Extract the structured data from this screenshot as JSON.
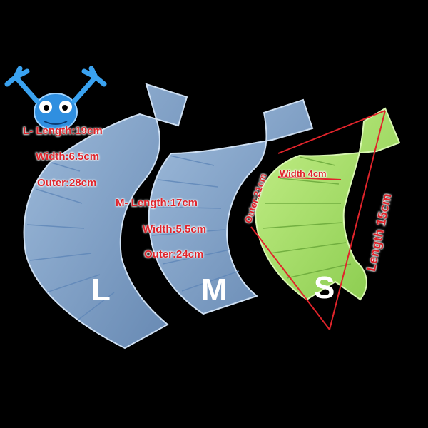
{
  "labels": {
    "large": {
      "size_letter": "L",
      "length": "L- Length:19cm",
      "width": "Width:6.5cm",
      "outer": "Outer:28cm"
    },
    "medium": {
      "size_letter": "M",
      "length": "M- Length:17cm",
      "width": "Width:5.5cm",
      "outer": "Outer:24cm"
    },
    "small": {
      "size_letter": "S",
      "outer": "Outer:21cm",
      "width": "Width 4cm",
      "length": "Length 15cm"
    }
  },
  "colors": {
    "background": "#000000",
    "fin_blue": "#8fb3d9",
    "fin_green": "#a8e06a",
    "label_red": "#e0242b",
    "logo_blue": "#2f8fe0"
  },
  "logo": {
    "icon": "frog-mascot-icon"
  }
}
